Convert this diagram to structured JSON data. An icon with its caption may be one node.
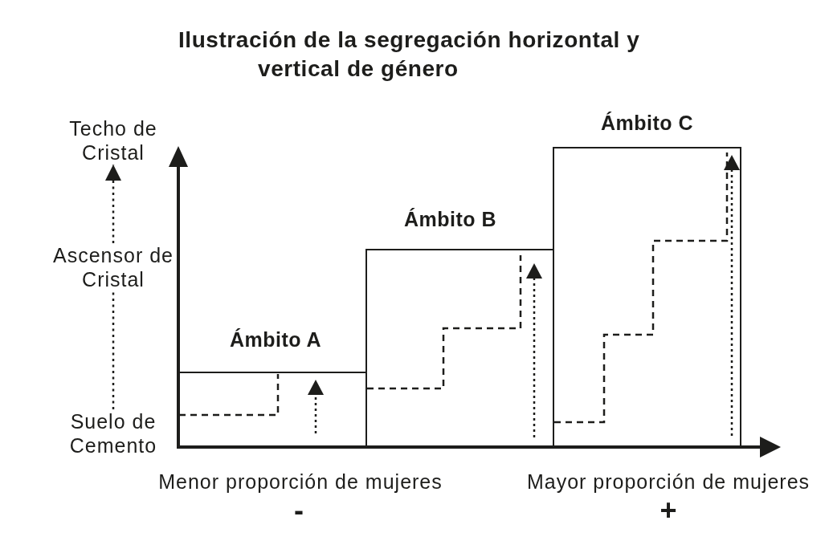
{
  "diagram": {
    "title": "Ilustración de la segregación horizontal y vertical de género",
    "nodes": [
      {
        "text": [
          "Techo de Cristal"
        ]
      },
      {
        "text": [
          "Ascensor de Cristal"
        ]
      },
      {
        "text": [
          "Suelo de Cemento"
        ]
      },
      {
        "text": [
          "Ámbito A"
        ]
      },
      {
        "text": [
          "Ámbito B"
        ]
      },
      {
        "text": [
          "Ámbito C"
        ]
      }
    ],
    "edges": [
      {
        "from": 2,
        "to": 1,
        "arrow": "none",
        "style": "dashed"
      },
      {
        "from": 1,
        "to": 0,
        "arrow": "to",
        "style": "dashed"
      }
    ],
    "labels": [
      "Menor proporción de mujeres",
      "Mayor proporción de mujeres",
      "-",
      "+"
    ]
  }
}
